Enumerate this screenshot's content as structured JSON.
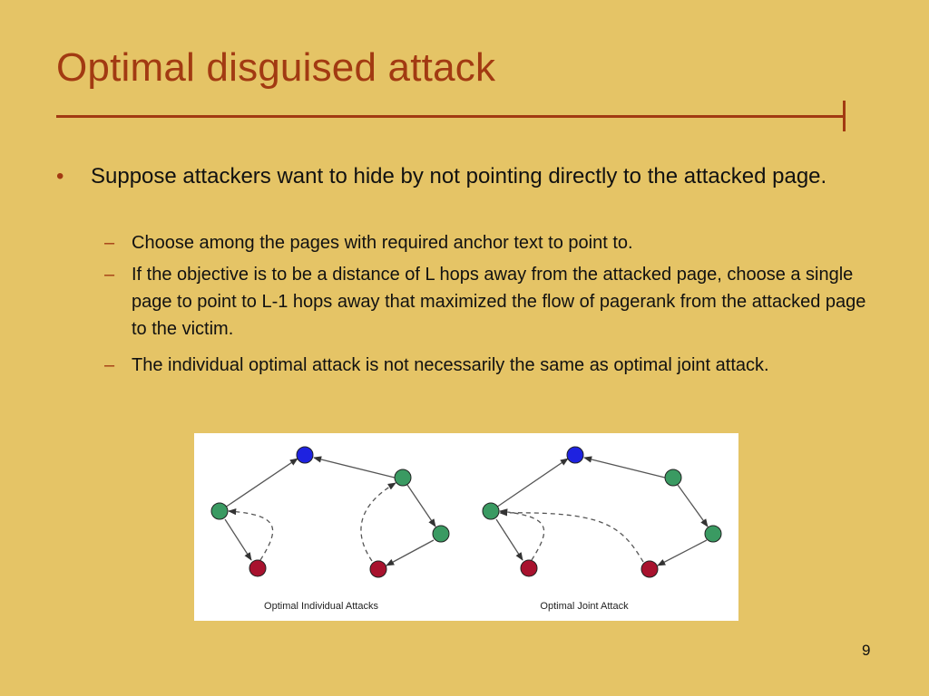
{
  "slide": {
    "title": "Optimal disguised attack",
    "bullet": "Suppose attackers want to hide by not pointing directly to the attacked page.",
    "bullet_marker": "•",
    "sub_marker": "–",
    "sub_items": [
      "Choose among the pages with required anchor text to point to.",
      "If the objective is to be a distance of L hops away from the attacked page, choose a single page to point to L-1 hops away that maximized the flow of pagerank from the attacked page to the victim.",
      "The individual optimal attack is not necessarily the same as optimal joint attack."
    ],
    "page_number": "9"
  },
  "figure": {
    "left_caption": "Optimal Individual Attacks",
    "right_caption": "Optimal Joint Attack",
    "colors": {
      "blue_node": "#1E22E0",
      "green_node": "#3A9A62",
      "red_node": "#A8122E",
      "edge": "#333333"
    }
  }
}
